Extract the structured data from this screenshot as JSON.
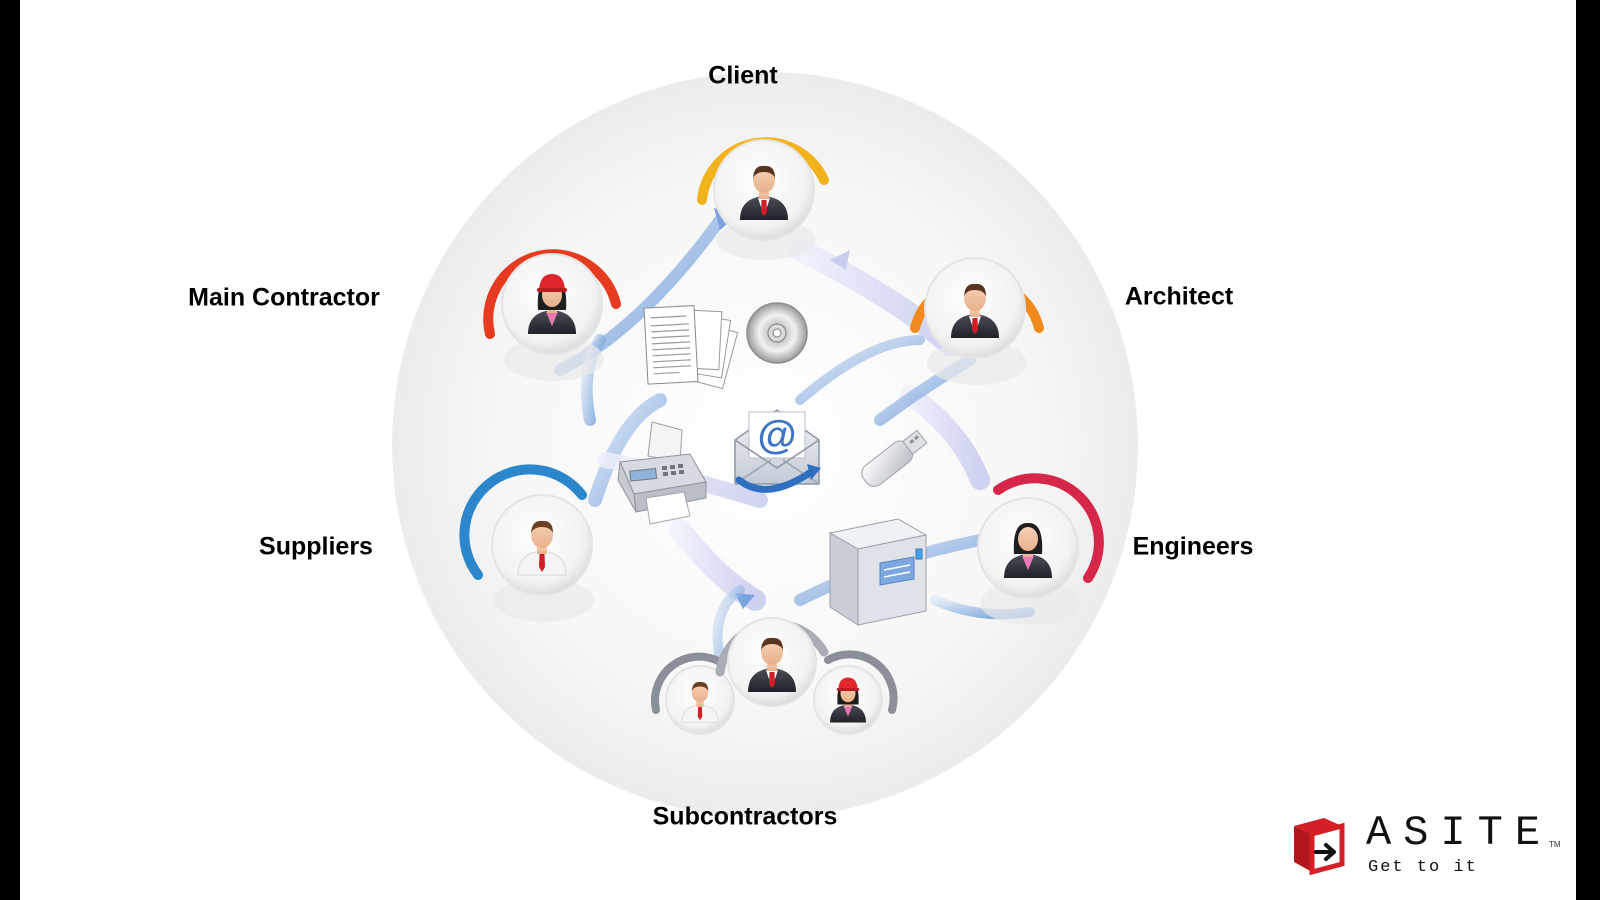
{
  "roles": {
    "client": "Client",
    "main_contractor": "Main Contractor",
    "architect": "Architect",
    "suppliers": "Suppliers",
    "engineers": "Engineers",
    "subcontractors": "Subcontractors"
  },
  "logo": {
    "wordmark": "ASITE",
    "tagline": "Get to it",
    "tm": "TM"
  },
  "icons": {
    "center": "email-icon",
    "documents": "documents-icon",
    "disc": "cd-icon",
    "usb": "usb-drive-icon",
    "fax": "fax-machine-icon",
    "server": "server-icon"
  },
  "colors": {
    "client_ring": "#f2b21c",
    "main_contractor_ring": "#e63b20",
    "architect_ring": "#f08a1c",
    "suppliers_ring": "#2c86cc",
    "engineers_ring": "#d6264a",
    "subcontractors_ring": "#8a8f99",
    "arrow_blue": "#4f87d1",
    "logo_red": "#d41f26"
  }
}
